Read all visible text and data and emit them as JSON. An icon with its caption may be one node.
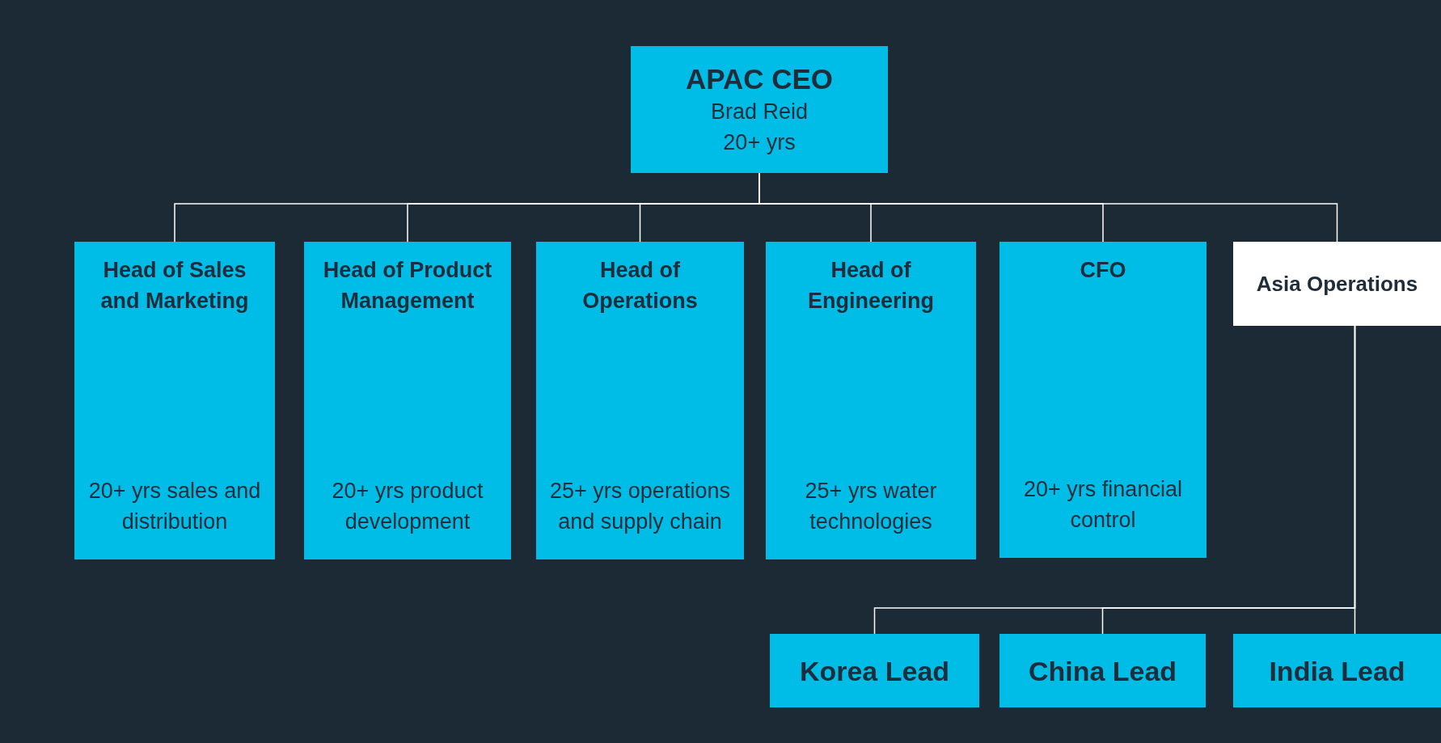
{
  "diagram": {
    "nodes": [
      {
        "text": [
          "APAC CEO",
          "Brad Reid",
          "20+ yrs"
        ]
      },
      {
        "text": [
          "Head of Sales and Marketing",
          "20+ yrs sales and distribution"
        ]
      },
      {
        "text": [
          "Head of Product Management",
          "20+ yrs product development"
        ]
      },
      {
        "text": [
          "Head of Operations",
          "25+ yrs operations and supply chain"
        ]
      },
      {
        "text": [
          "Head of Engineering",
          "25+ yrs water technologies"
        ]
      },
      {
        "text": [
          "CFO",
          "20+ yrs financial control"
        ]
      },
      {
        "text": [
          "Asia Operations"
        ]
      },
      {
        "text": [
          "Korea Lead"
        ]
      },
      {
        "text": [
          "China Lead"
        ]
      },
      {
        "text": [
          "India Lead"
        ]
      }
    ],
    "edges": [
      {
        "from": 0,
        "to": 1,
        "arrow": "none"
      },
      {
        "from": 0,
        "to": 2,
        "arrow": "none"
      },
      {
        "from": 0,
        "to": 3,
        "arrow": "none"
      },
      {
        "from": 0,
        "to": 4,
        "arrow": "none"
      },
      {
        "from": 0,
        "to": 5,
        "arrow": "none"
      },
      {
        "from": 0,
        "to": 6,
        "arrow": "none"
      },
      {
        "from": 6,
        "to": 7,
        "arrow": "none"
      },
      {
        "from": 6,
        "to": 8,
        "arrow": "none"
      },
      {
        "from": 6,
        "to": 9,
        "arrow": "none"
      }
    ]
  }
}
